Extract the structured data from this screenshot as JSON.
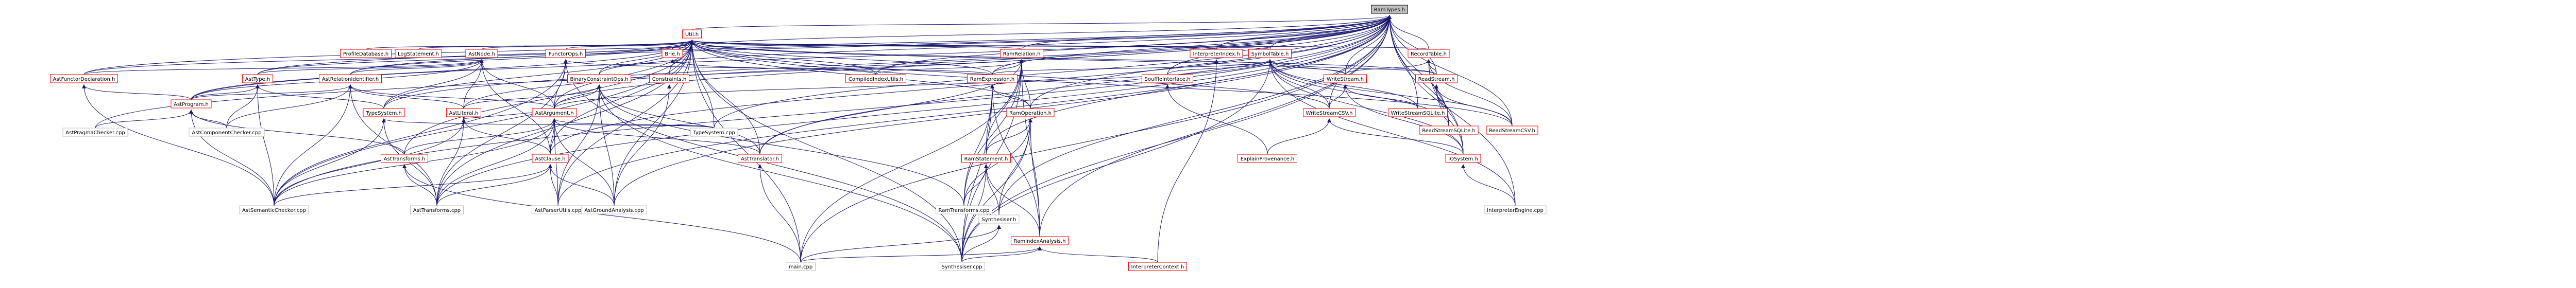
{
  "diagram": {
    "root": "RamTypes.h",
    "nodes": [
      {
        "id": "root",
        "label": "RamTypes.h",
        "style": "root"
      },
      {
        "id": "utilh",
        "label": "Util.h",
        "style": "red"
      },
      {
        "id": "ramrelh",
        "label": "RamRelation.h",
        "style": "red"
      },
      {
        "id": "symtab",
        "label": "SymbolTable.h",
        "style": "red"
      },
      {
        "id": "rectab",
        "label": "RecordTable.h",
        "style": "red"
      },
      {
        "id": "profdb",
        "label": "ProfileDatabase.h",
        "style": "red"
      },
      {
        "id": "logst",
        "label": "LogStatement.h",
        "style": "red"
      },
      {
        "id": "astnode",
        "label": "AstNode.h",
        "style": "red"
      },
      {
        "id": "functorops",
        "label": "FunctorOps.h",
        "style": "red"
      },
      {
        "id": "brie",
        "label": "Brie.h",
        "style": "red"
      },
      {
        "id": "interpidx",
        "label": "InterpreterIndex.h",
        "style": "red"
      },
      {
        "id": "astfdecl",
        "label": "AstFunctorDeclaration.h",
        "style": "red"
      },
      {
        "id": "asttype",
        "label": "AstType.h",
        "style": "red"
      },
      {
        "id": "astrelid",
        "label": "AstRelationIdentifier.h",
        "style": "red"
      },
      {
        "id": "binconst",
        "label": "BinaryConstraintOps.h",
        "style": "red"
      },
      {
        "id": "constraints",
        "label": "Constraints.h",
        "style": "red"
      },
      {
        "id": "compidx",
        "label": "CompiledIndexUtils.h",
        "style": "red"
      },
      {
        "id": "ramexpr",
        "label": "RamExpression.h",
        "style": "red"
      },
      {
        "id": "souffleif",
        "label": "SouffleInterface.h",
        "style": "red"
      },
      {
        "id": "writestream",
        "label": "WriteStream.h",
        "style": "red"
      },
      {
        "id": "readstream",
        "label": "ReadStream.h",
        "style": "red"
      },
      {
        "id": "astprogram",
        "label": "AstProgram.h",
        "style": "red"
      },
      {
        "id": "typesystem",
        "label": "TypeSystem.h",
        "style": "red"
      },
      {
        "id": "astliteral",
        "label": "AstLiteral.h",
        "style": "red"
      },
      {
        "id": "astargument",
        "label": "AstArgument.h",
        "style": "red"
      },
      {
        "id": "ramoperation",
        "label": "RamOperation.h",
        "style": "red"
      },
      {
        "id": "writecsv",
        "label": "WriteStreamCSV.h",
        "style": "red"
      },
      {
        "id": "writesqlite",
        "label": "WriteStreamSQLite.h",
        "style": "red"
      },
      {
        "id": "readsqlite",
        "label": "ReadStreamSQLite.h",
        "style": "red"
      },
      {
        "id": "readcsv",
        "label": "ReadStreamCSV.h",
        "style": "red"
      },
      {
        "id": "asttransforms",
        "label": "AstTransforms.h",
        "style": "red"
      },
      {
        "id": "astclause",
        "label": "AstClause.h",
        "style": "red"
      },
      {
        "id": "asttranslator",
        "label": "AstTranslator.h",
        "style": "red"
      },
      {
        "id": "ramstatement",
        "label": "RamStatement.h",
        "style": "red"
      },
      {
        "id": "explainprov",
        "label": "ExplainProvenance.h",
        "style": "red"
      },
      {
        "id": "iosystem",
        "label": "IOSystem.h",
        "style": "red"
      },
      {
        "id": "astpragma",
        "label": "AstPragmaChecker.cpp",
        "style": "normal"
      },
      {
        "id": "astcomp",
        "label": "AstComponentChecker.cpp",
        "style": "normal"
      },
      {
        "id": "astsemantic",
        "label": "AstSemanticChecker.cpp",
        "style": "normal"
      },
      {
        "id": "typesystemcpp",
        "label": "TypeSystem.cpp",
        "style": "normal"
      },
      {
        "id": "asttransformscpp",
        "label": "AstTransforms.cpp",
        "style": "normal"
      },
      {
        "id": "astparser",
        "label": "AstParserUtils.cpp",
        "style": "normal"
      },
      {
        "id": "astground",
        "label": "AstGroundAnalysis.cpp",
        "style": "normal"
      },
      {
        "id": "ramtransforms",
        "label": "RamTransforms.cpp",
        "style": "normal"
      },
      {
        "id": "synthh",
        "label": "Synthesiser.h",
        "style": "normal"
      },
      {
        "id": "ramindex",
        "label": "RamIndexAnalysis.h",
        "style": "red"
      },
      {
        "id": "interpengine",
        "label": "InterpreterEngine.cpp",
        "style": "normal"
      },
      {
        "id": "maincpp",
        "label": "main.cpp",
        "style": "normal"
      },
      {
        "id": "synthcpp",
        "label": "Synthesiser.cpp",
        "style": "normal"
      },
      {
        "id": "interpctx",
        "label": "InterpreterContext.h",
        "style": "red"
      }
    ],
    "edges": [
      [
        "utilh",
        "root"
      ],
      [
        "ramrelh",
        "root"
      ],
      [
        "symtab",
        "root"
      ],
      [
        "rectab",
        "root"
      ],
      [
        "brie",
        "root"
      ],
      [
        "interpidx",
        "root"
      ],
      [
        "astfdecl",
        "root"
      ],
      [
        "asttype",
        "root"
      ],
      [
        "astrelid",
        "root"
      ],
      [
        "binconst",
        "root"
      ],
      [
        "compidx",
        "root"
      ],
      [
        "ramexpr",
        "root"
      ],
      [
        "souffleif",
        "root"
      ],
      [
        "writestream",
        "root"
      ],
      [
        "readstream",
        "root"
      ],
      [
        "ramoperation",
        "root"
      ],
      [
        "writecsv",
        "root"
      ],
      [
        "writesqlite",
        "root"
      ],
      [
        "readsqlite",
        "root"
      ],
      [
        "readcsv",
        "root"
      ],
      [
        "asttranslator",
        "root"
      ],
      [
        "ramstatement",
        "root"
      ],
      [
        "iosystem",
        "root"
      ],
      [
        "astsemantic",
        "root"
      ],
      [
        "typesystemcpp",
        "root"
      ],
      [
        "asttransformscpp",
        "root"
      ],
      [
        "astparser",
        "root"
      ],
      [
        "astground",
        "root"
      ],
      [
        "synthh",
        "root"
      ],
      [
        "ramindex",
        "root"
      ],
      [
        "interpengine",
        "root"
      ],
      [
        "maincpp",
        "root"
      ],
      [
        "synthcpp",
        "root"
      ],
      [
        "astprogram",
        "root"
      ],
      [
        "typesystem",
        "root"
      ],
      [
        "astliteral",
        "root"
      ],
      [
        "astargument",
        "root"
      ],
      [
        "astclause",
        "root"
      ],
      [
        "astpragma",
        "root"
      ],
      [
        "profdb",
        "utilh"
      ],
      [
        "logst",
        "utilh"
      ],
      [
        "astnode",
        "utilh"
      ],
      [
        "functorops",
        "utilh"
      ],
      [
        "brie",
        "utilh"
      ],
      [
        "constraints",
        "utilh"
      ],
      [
        "interpidx",
        "utilh"
      ],
      [
        "symtab",
        "utilh"
      ],
      [
        "ramrelh",
        "utilh"
      ],
      [
        "rectab",
        "utilh"
      ],
      [
        "astfdecl",
        "utilh"
      ],
      [
        "asttype",
        "utilh"
      ],
      [
        "astrelid",
        "utilh"
      ],
      [
        "binconst",
        "utilh"
      ],
      [
        "compidx",
        "utilh"
      ],
      [
        "ramexpr",
        "utilh"
      ],
      [
        "readstream",
        "utilh"
      ],
      [
        "readcsv",
        "utilh"
      ],
      [
        "writestream",
        "utilh"
      ],
      [
        "writecsv",
        "utilh"
      ],
      [
        "ramoperation",
        "utilh"
      ],
      [
        "typesystem",
        "utilh"
      ],
      [
        "astargument",
        "utilh"
      ],
      [
        "astclause",
        "utilh"
      ],
      [
        "astprogram",
        "utilh"
      ],
      [
        "asttransforms",
        "utilh"
      ],
      [
        "asttranslator",
        "utilh"
      ],
      [
        "astsemantic",
        "utilh"
      ],
      [
        "asttransformscpp",
        "utilh"
      ],
      [
        "maincpp",
        "utilh"
      ],
      [
        "synthcpp",
        "utilh"
      ],
      [
        "typesystemcpp",
        "utilh"
      ],
      [
        "astparser",
        "utilh"
      ],
      [
        "astground",
        "utilh"
      ],
      [
        "astfdecl",
        "astnode"
      ],
      [
        "asttype",
        "astnode"
      ],
      [
        "astrelid",
        "astnode"
      ],
      [
        "astliteral",
        "astnode"
      ],
      [
        "astargument",
        "astnode"
      ],
      [
        "astclause",
        "astnode"
      ],
      [
        "astprogram",
        "astnode"
      ],
      [
        "typesystem",
        "astnode"
      ],
      [
        "astargument",
        "functorops"
      ],
      [
        "ramexpr",
        "functorops"
      ],
      [
        "synthcpp",
        "functorops"
      ],
      [
        "astsemantic",
        "functorops"
      ],
      [
        "asttransformscpp",
        "functorops"
      ],
      [
        "compidx",
        "brie"
      ],
      [
        "astground",
        "constraints"
      ],
      [
        "explainprov",
        "souffleif"
      ],
      [
        "interpctx",
        "interpidx"
      ],
      [
        "ramexpr",
        "ramrelh"
      ],
      [
        "ramoperation",
        "ramrelh"
      ],
      [
        "ramstatement",
        "ramrelh"
      ],
      [
        "ramindex",
        "ramrelh"
      ],
      [
        "asttranslator",
        "ramrelh"
      ],
      [
        "synthcpp",
        "ramrelh"
      ],
      [
        "maincpp",
        "ramrelh"
      ],
      [
        "ramtransforms",
        "ramrelh"
      ],
      [
        "compidx",
        "ramrelh"
      ],
      [
        "souffleif",
        "symtab"
      ],
      [
        "writestream",
        "symtab"
      ],
      [
        "readstream",
        "symtab"
      ],
      [
        "writecsv",
        "symtab"
      ],
      [
        "writesqlite",
        "symtab"
      ],
      [
        "readsqlite",
        "symtab"
      ],
      [
        "readcsv",
        "symtab"
      ],
      [
        "iosystem",
        "symtab"
      ],
      [
        "ramexpr",
        "symtab"
      ],
      [
        "astargument",
        "symtab"
      ],
      [
        "synthcpp",
        "symtab"
      ],
      [
        "interpengine",
        "symtab"
      ],
      [
        "readstream",
        "rectab"
      ],
      [
        "writestream",
        "rectab"
      ],
      [
        "readcsv",
        "rectab"
      ],
      [
        "readsqlite",
        "rectab"
      ],
      [
        "iosystem",
        "rectab"
      ],
      [
        "astprogram",
        "astfdecl"
      ],
      [
        "astsemantic",
        "astfdecl"
      ],
      [
        "astprogram",
        "asttype"
      ],
      [
        "typesystem",
        "asttype"
      ],
      [
        "astsemantic",
        "asttype"
      ],
      [
        "astcomp",
        "asttype"
      ],
      [
        "astprogram",
        "astrelid"
      ],
      [
        "astliteral",
        "astrelid"
      ],
      [
        "astargument",
        "astrelid"
      ],
      [
        "astsemantic",
        "astrelid"
      ],
      [
        "asttransformscpp",
        "astrelid"
      ],
      [
        "astcomp",
        "astrelid"
      ],
      [
        "astargument",
        "binconst"
      ],
      [
        "astliteral",
        "binconst"
      ],
      [
        "asttranslator",
        "binconst"
      ],
      [
        "ramtransforms",
        "binconst"
      ],
      [
        "synthcpp",
        "binconst"
      ],
      [
        "astground",
        "binconst"
      ],
      [
        "astparser",
        "binconst"
      ],
      [
        "ramoperation",
        "ramexpr"
      ],
      [
        "ramstatement",
        "ramexpr"
      ],
      [
        "ramindex",
        "ramexpr"
      ],
      [
        "synthcpp",
        "ramexpr"
      ],
      [
        "ramtransforms",
        "ramexpr"
      ],
      [
        "writecsv",
        "writestream"
      ],
      [
        "writesqlite",
        "writestream"
      ],
      [
        "iosystem",
        "writestream"
      ],
      [
        "readcsv",
        "readstream"
      ],
      [
        "readsqlite",
        "readstream"
      ],
      [
        "iosystem",
        "readstream"
      ],
      [
        "astpragma",
        "astprogram"
      ],
      [
        "astcomp",
        "astprogram"
      ],
      [
        "astsemantic",
        "astprogram"
      ],
      [
        "asttransforms",
        "astprogram"
      ],
      [
        "astsemantic",
        "typesystem"
      ],
      [
        "typesystemcpp",
        "typesystem"
      ],
      [
        "asttransformscpp",
        "typesystem"
      ],
      [
        "astargument",
        "astliteral"
      ],
      [
        "astclause",
        "astliteral"
      ],
      [
        "astsemantic",
        "astliteral"
      ],
      [
        "asttransformscpp",
        "astliteral"
      ],
      [
        "astclause",
        "astargument"
      ],
      [
        "asttransforms",
        "astargument"
      ],
      [
        "asttranslator",
        "astargument"
      ],
      [
        "astsemantic",
        "astargument"
      ],
      [
        "asttransformscpp",
        "astargument"
      ],
      [
        "astground",
        "astargument"
      ],
      [
        "astparser",
        "astargument"
      ],
      [
        "typesystemcpp",
        "astargument"
      ],
      [
        "ramstatement",
        "ramoperation"
      ],
      [
        "ramindex",
        "ramoperation"
      ],
      [
        "synthh",
        "ramoperation"
      ],
      [
        "ramtransforms",
        "ramoperation"
      ],
      [
        "synthcpp",
        "ramoperation"
      ],
      [
        "explainprov",
        "writecsv"
      ],
      [
        "iosystem",
        "writecsv"
      ],
      [
        "maincpp",
        "asttransforms"
      ],
      [
        "asttransformscpp",
        "asttransforms"
      ],
      [
        "astsemantic",
        "astclause"
      ],
      [
        "asttransformscpp",
        "astclause"
      ],
      [
        "astground",
        "astclause"
      ],
      [
        "astparser",
        "astclause"
      ],
      [
        "maincpp",
        "asttranslator"
      ],
      [
        "ramtransforms",
        "ramstatement"
      ],
      [
        "synthh",
        "ramstatement"
      ],
      [
        "ramindex",
        "ramstatement"
      ],
      [
        "synthcpp",
        "ramstatement"
      ],
      [
        "interpengine",
        "iosystem"
      ],
      [
        "maincpp",
        "synthh"
      ],
      [
        "synthcpp",
        "synthh"
      ],
      [
        "synthcpp",
        "ramindex"
      ],
      [
        "maincpp",
        "ramindex"
      ],
      [
        "interpctx",
        "ramindex"
      ]
    ]
  }
}
